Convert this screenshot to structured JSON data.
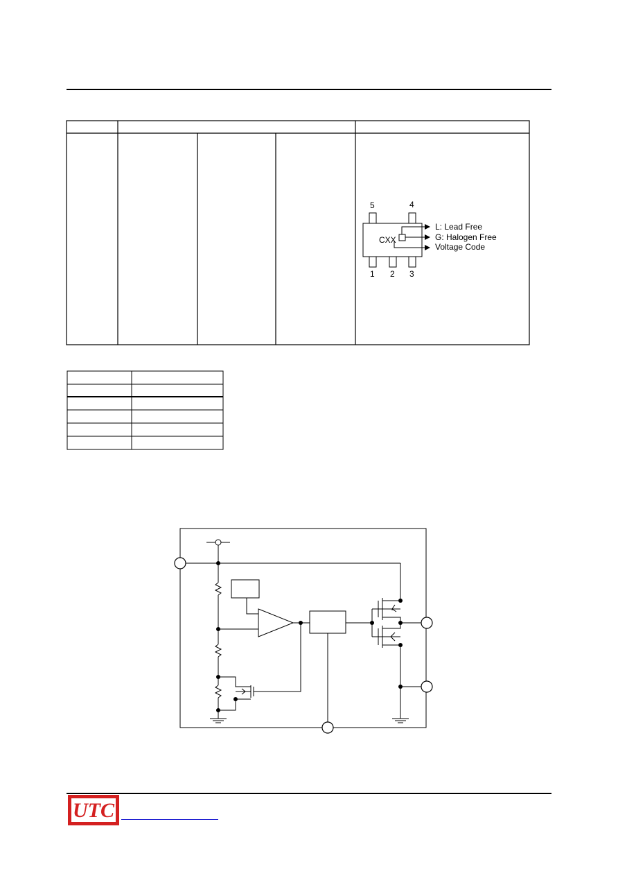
{
  "colors": {
    "brand": "#d42020",
    "link": "#1a1ad0",
    "line": "#000000"
  },
  "marking": {
    "pins_top": [
      "5",
      "4"
    ],
    "pins_bottom": [
      "1",
      "2",
      "3"
    ],
    "code": "CXX",
    "lead_free": "L: Lead Free",
    "halogen_free": "G: Halogen Free",
    "voltage_code": "Voltage Code"
  },
  "footer": {
    "logo": "UTC"
  }
}
